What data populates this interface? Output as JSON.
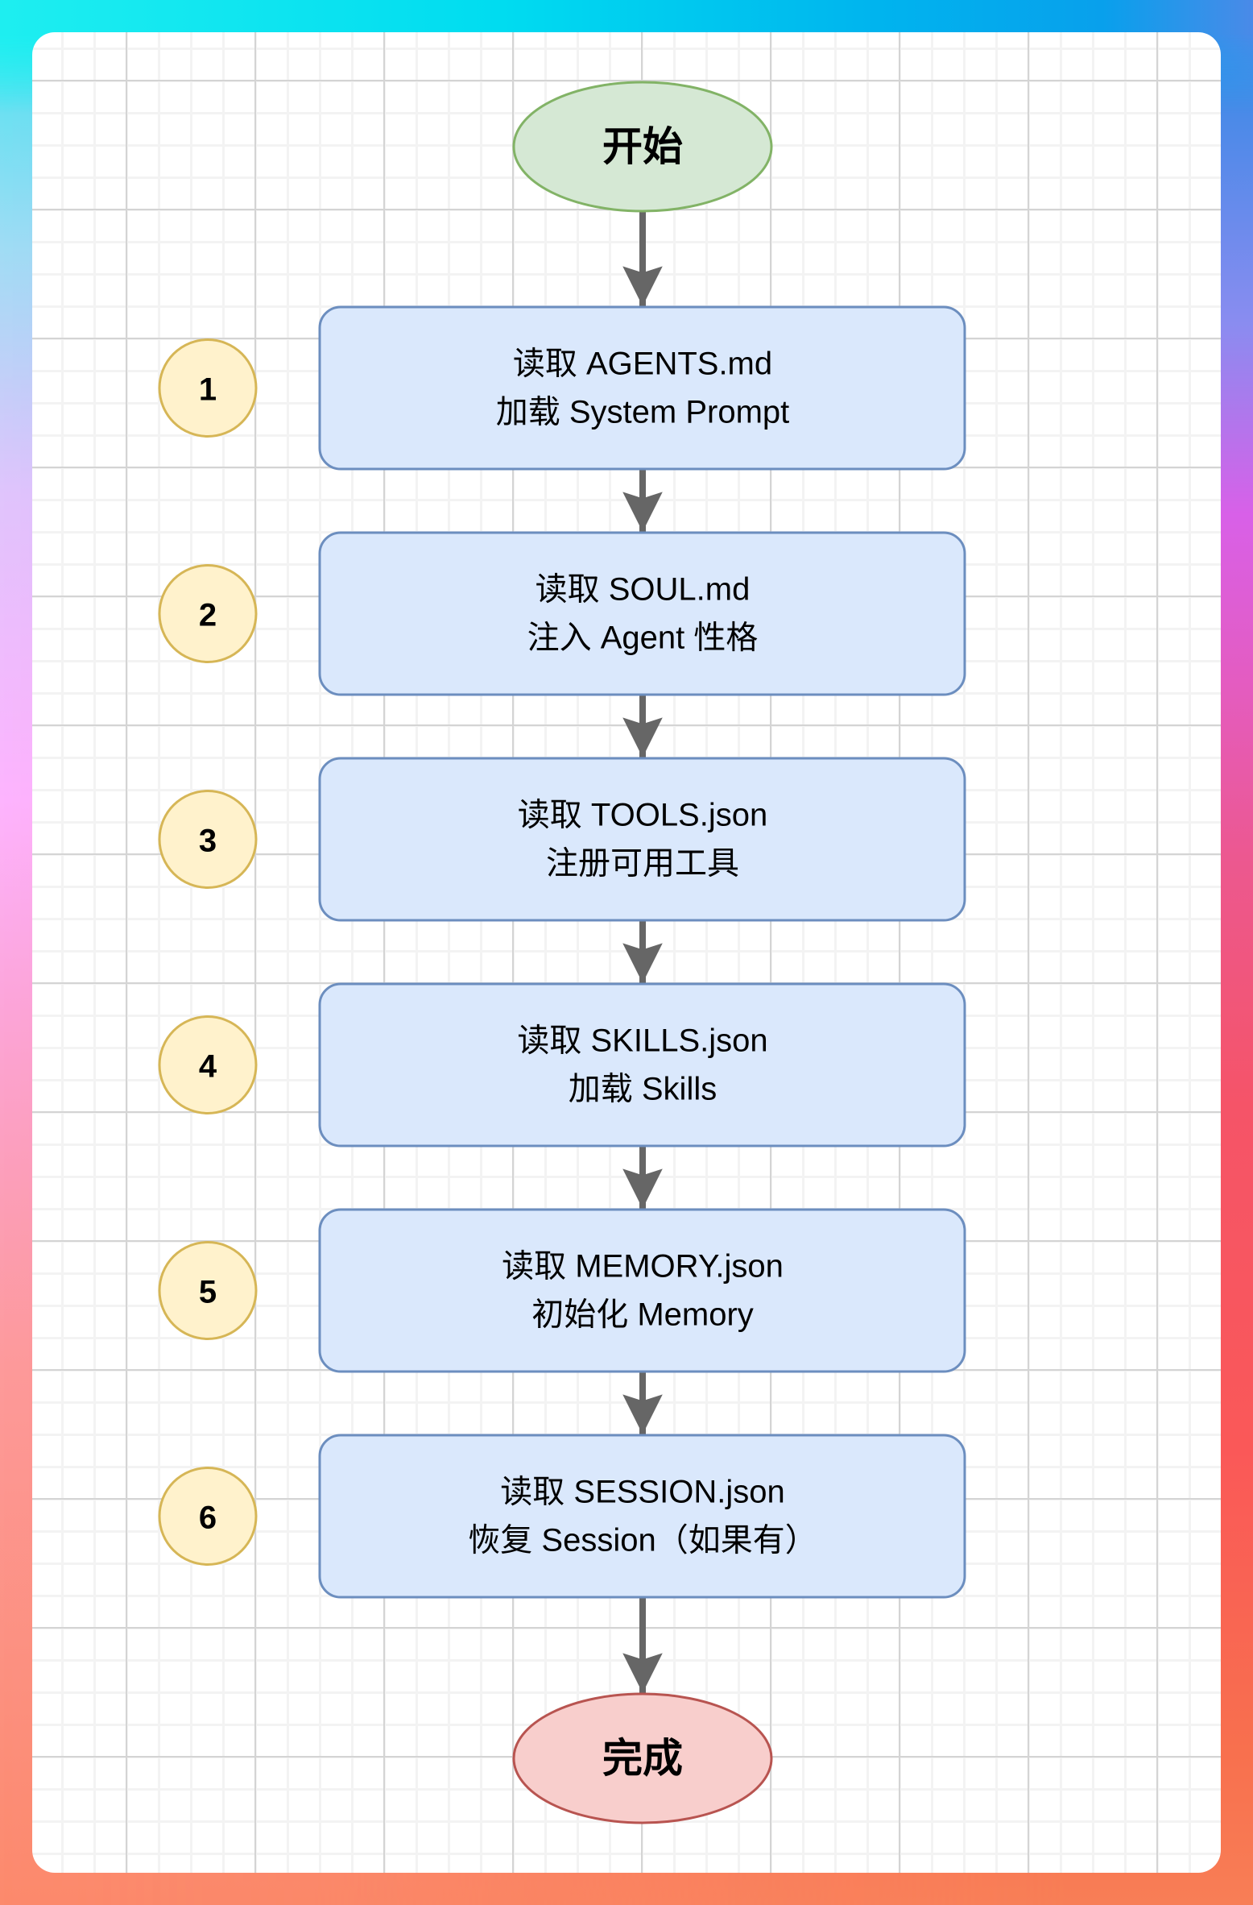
{
  "colors": {
    "start_fill": "#d5e8d4",
    "start_stroke": "#82b366",
    "end_fill": "#f8cecc",
    "end_stroke": "#b85450",
    "step_fill": "#dae8fc",
    "step_stroke": "#6c8ebf",
    "badge_fill": "#fff2cc",
    "badge_stroke": "#d6b656",
    "arrow": "#666666"
  },
  "flow": {
    "start": {
      "label": "开始"
    },
    "steps": [
      {
        "number": "1",
        "line1": "读取 AGENTS.md",
        "line2": "加载 System Prompt"
      },
      {
        "number": "2",
        "line1": "读取 SOUL.md",
        "line2": "注入 Agent 性格"
      },
      {
        "number": "3",
        "line1": "读取 TOOLS.json",
        "line2": "注册可用工具"
      },
      {
        "number": "4",
        "line1": "读取 SKILLS.json",
        "line2": "加载 Skills"
      },
      {
        "number": "5",
        "line1": "读取 MEMORY.json",
        "line2": "初始化 Memory"
      },
      {
        "number": "6",
        "line1": "读取 SESSION.json",
        "line2": "恢复 Session（如果有）"
      }
    ],
    "end": {
      "label": "完成"
    }
  }
}
